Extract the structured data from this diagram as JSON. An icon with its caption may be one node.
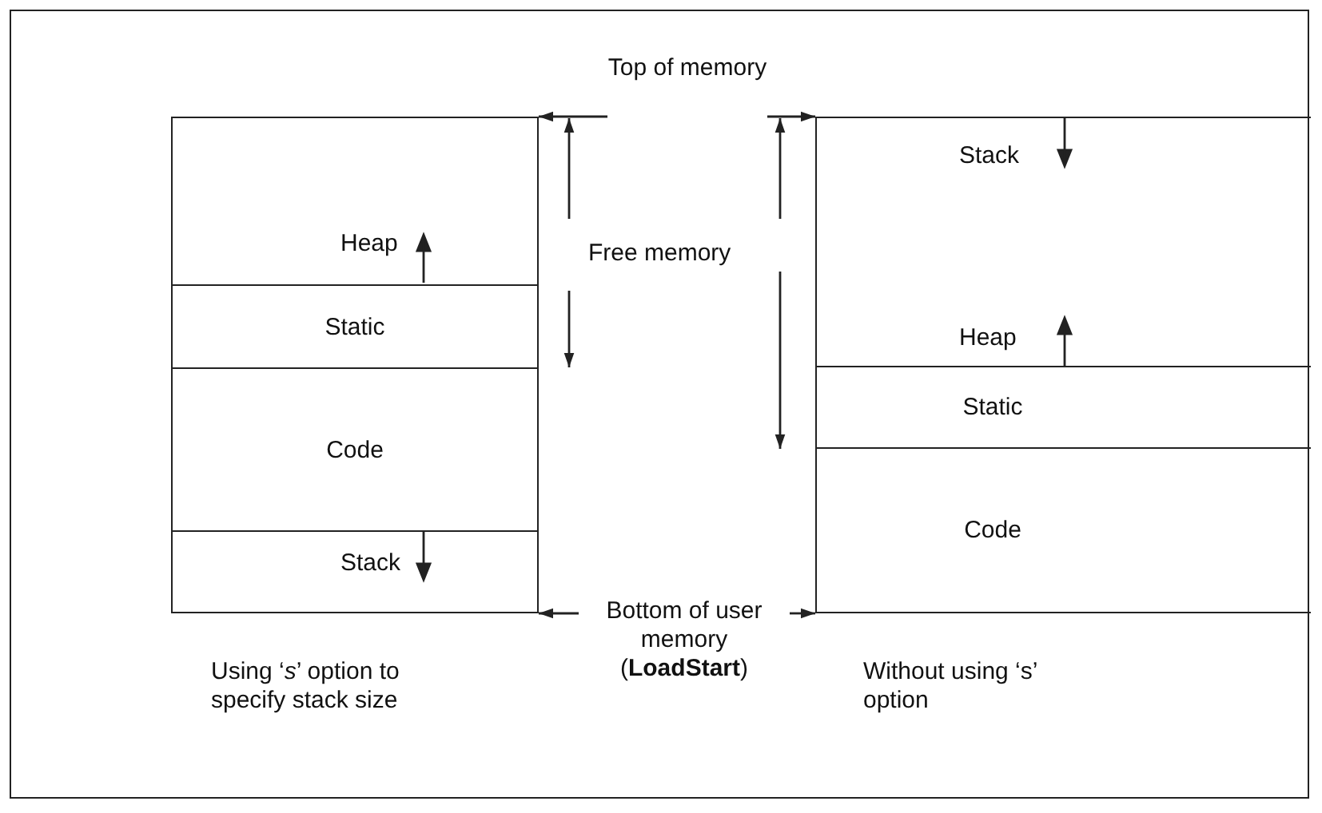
{
  "diagram": {
    "nodes": [
      {
        "text": [
          "Heap"
        ]
      },
      {
        "text": [
          "Static"
        ]
      },
      {
        "text": [
          "Code"
        ]
      },
      {
        "text": [
          "Stack"
        ]
      },
      {
        "text": [
          "Top of memory"
        ]
      },
      {
        "text": [
          "Bottom of user memory (**LoadStart**)"
        ]
      },
      {
        "text": [
          "Stack",
          "Heap"
        ]
      },
      {
        "text": [
          "Static"
        ]
      },
      {
        "text": [
          "Code"
        ]
      }
    ],
    "edges": [
      {
        "from": 4,
        "to": 0,
        "arrow": "to"
      },
      {
        "from": 4,
        "to": 6,
        "arrow": "to"
      },
      {
        "from": 5,
        "to": 3,
        "arrow": "to"
      },
      {
        "from": 5,
        "to": 8,
        "arrow": "to"
      }
    ],
    "labels": [
      "Free memory",
      "Using ‘*s*’ option to specify stack size",
      "Without using ‘s’ option"
    ]
  }
}
